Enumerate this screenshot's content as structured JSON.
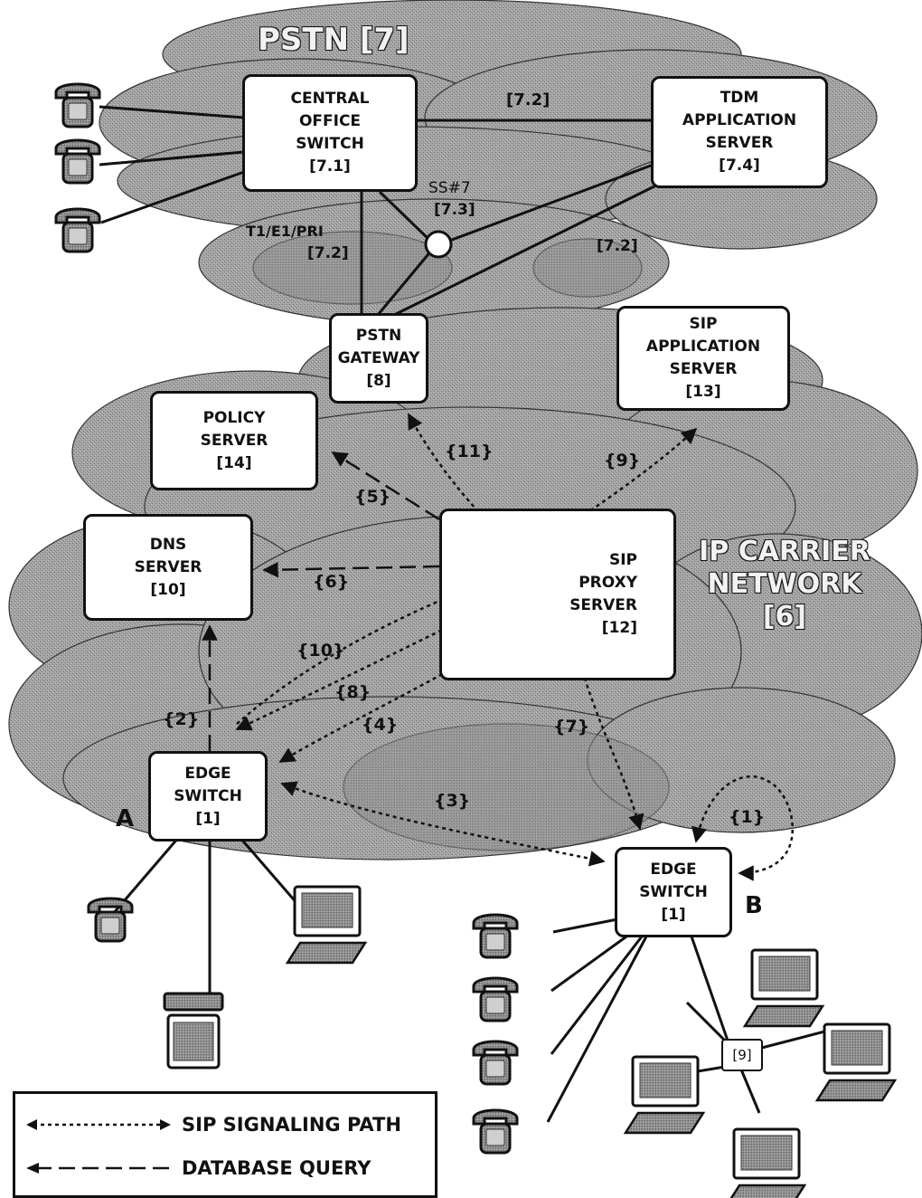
{
  "nodes": {
    "pstn_cloud_label": "PSTN [7]",
    "ip_cloud_label": [
      "IP CARRIER",
      "NETWORK",
      "[6]"
    ],
    "central_office": [
      "CENTRAL",
      "OFFICE",
      "SWITCH",
      "[7.1]"
    ],
    "tdm_app_server": [
      "TDM",
      "APPLICATION",
      "SERVER",
      "[7.4]"
    ],
    "pstn_gateway": [
      "PSTN",
      "GATEWAY",
      "[8]"
    ],
    "sip_app_server": [
      "SIP",
      "APPLICATION",
      "SERVER",
      "[13]"
    ],
    "policy_server": [
      "POLICY",
      "SERVER",
      "[14]"
    ],
    "dns_server": [
      "DNS",
      "SERVER",
      "[10]"
    ],
    "sip_proxy": [
      "SIP",
      "PROXY",
      "SERVER",
      "[12]"
    ],
    "edge_switch_a": [
      "EDGE",
      "SWITCH",
      "[1]"
    ],
    "edge_switch_b": [
      "EDGE",
      "SWITCH",
      "[1]"
    ],
    "hub": "[9]"
  },
  "labels": {
    "link_7_2_top": "[7.2]",
    "ss7": "SS#7",
    "ss7_ref": "[7.3]",
    "t1": "T1/E1/PRI",
    "t1_ref": "[7.2]",
    "link_7_2_right": "[7.2]",
    "side_a": "A",
    "side_b": "B",
    "step_1": "{1}",
    "step_2": "{2}",
    "step_3": "{3}",
    "step_4": "{4}",
    "step_5": "{5}",
    "step_6": "{6}",
    "step_7": "{7}",
    "step_8": "{8}",
    "step_9": "{9}",
    "step_10": "{10}",
    "step_11": "{11}"
  },
  "legend": {
    "sip_signaling": "SIP SIGNALING PATH",
    "database_query": "DATABASE QUERY"
  },
  "icons": [
    "telephone-icon",
    "computer-icon",
    "ss7-node-icon",
    "cloud-icon"
  ],
  "colors": {
    "cloud_fill": "#9a9a9a",
    "cloud_dark": "#6a6a6a",
    "line": "#111111",
    "box_fill": "#ffffff"
  }
}
